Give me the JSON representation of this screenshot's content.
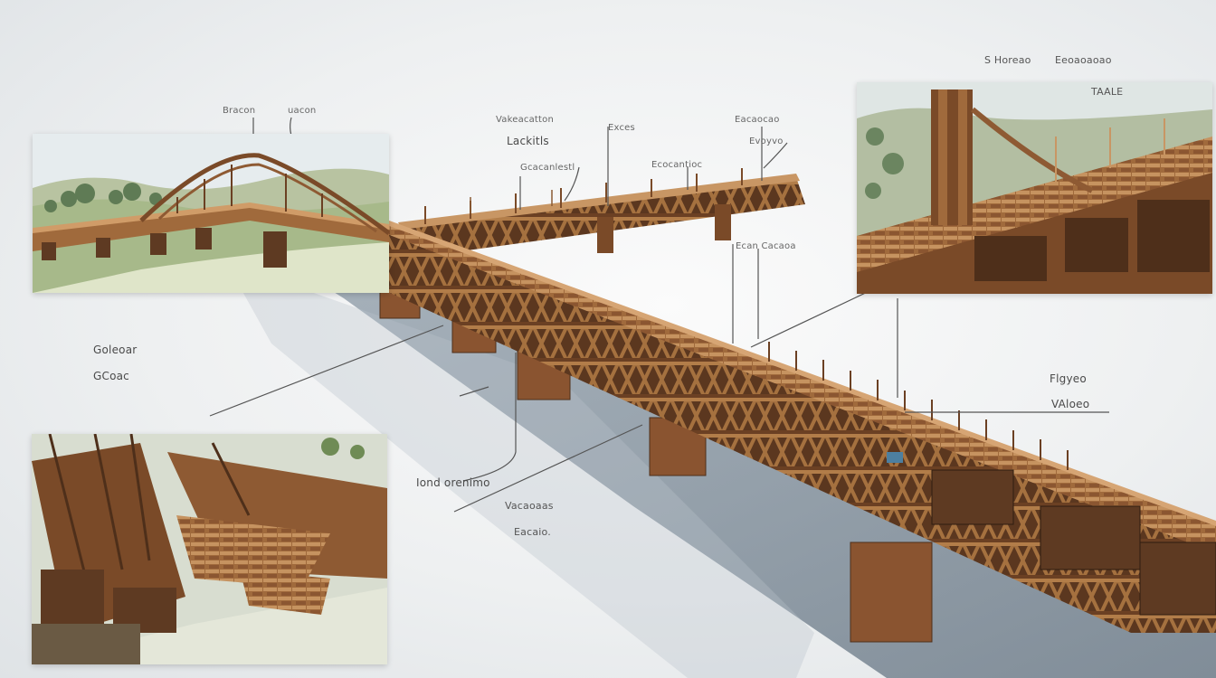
{
  "labels": {
    "tl_a": "Bracon",
    "tl_b": "uacon",
    "top_a": "Vakeacatton",
    "top_b": "Lackitls",
    "top_c": "Gcacanlestl",
    "top_d": "Exces",
    "top_e": "Ecocantioc",
    "top_f": "Eacaocao",
    "top_g": "Evoyvo",
    "mid_right": "Ecan Cacaoa",
    "tr_a": "S Horeao",
    "tr_b": "Eeoaoaoao",
    "tr_c": "TAALE",
    "left_a": "Goleoar",
    "left_b": "GCoac",
    "right_a": "Flgyeo",
    "right_b": "VAloeo",
    "bot_a": "Iond orenimo",
    "bot_b": "Vacaoaas",
    "bot_c": "Eacaio."
  },
  "colors": {
    "wood_light": "#c08a55",
    "wood_mid": "#8e5a33",
    "wood_dark": "#4e2f1a",
    "water": "#7f8c98",
    "sky": "#e9eef0",
    "grass": "#c9d3a6"
  }
}
